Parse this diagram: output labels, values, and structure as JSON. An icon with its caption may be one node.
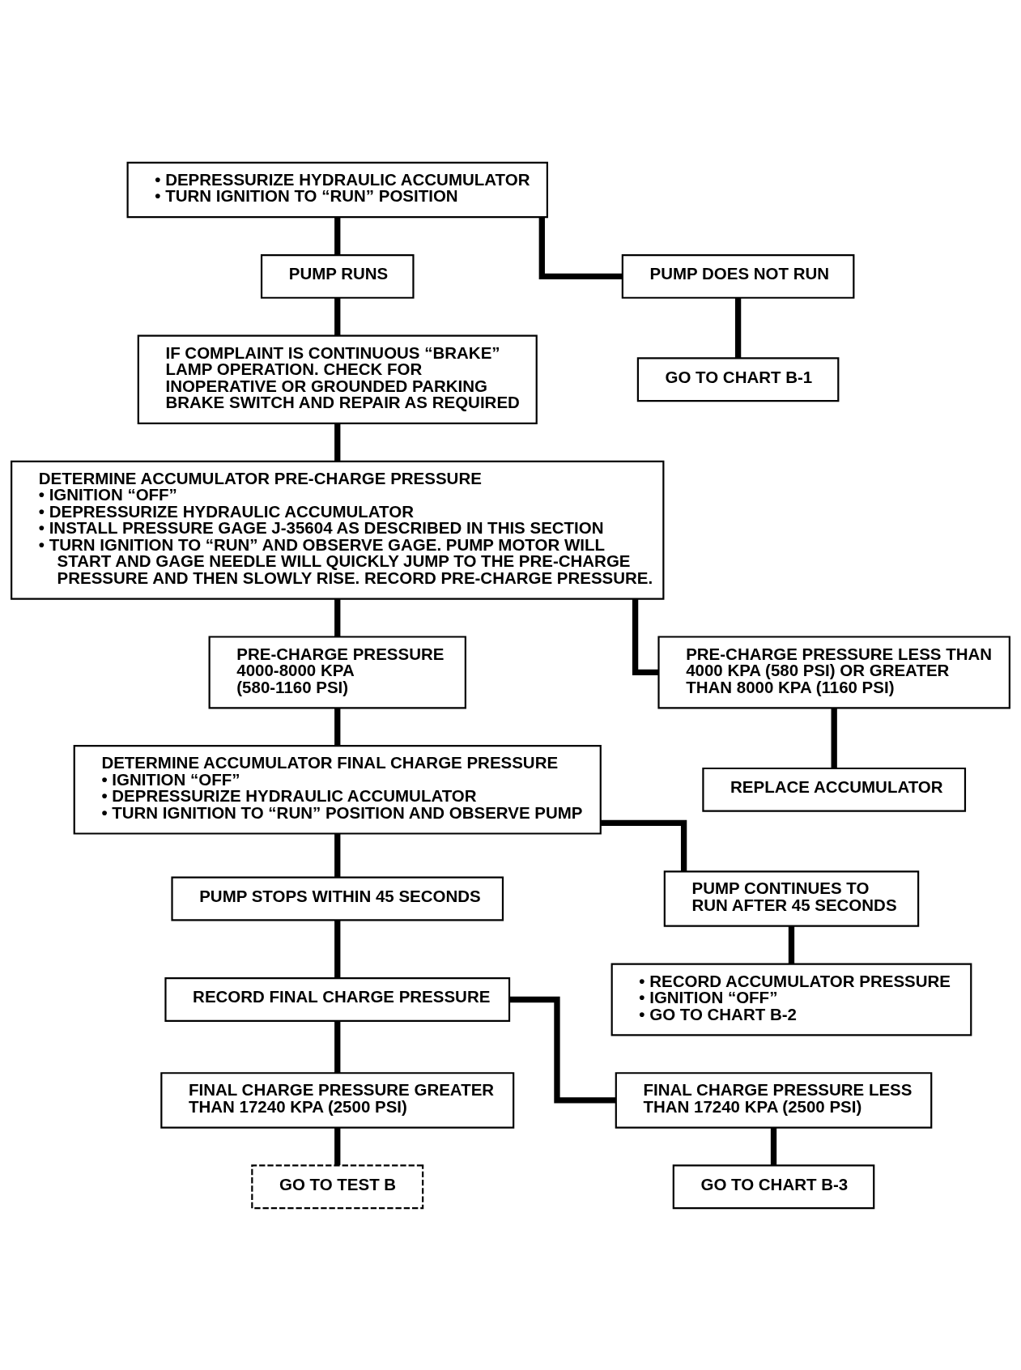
{
  "diagram": {
    "nodes": [
      {
        "text": [
          "• DEPRESSURIZE HYDRAULIC ACCUMULATOR",
          "• TURN IGNITION TO “RUN” POSITION"
        ]
      },
      {
        "text": [
          "PUMP RUNS"
        ]
      },
      {
        "text": [
          "PUMP DOES NOT RUN"
        ]
      },
      {
        "text": [
          "IF COMPLAINT IS CONTINUOUS “BRAKE” LAMP OPERATION. CHECK FOR INOPERATIVE OR GROUNDED PARKING BRAKE SWITCH AND REPAIR AS REQUIRED"
        ]
      },
      {
        "text": [
          "GO TO CHART B-1"
        ]
      },
      {
        "text": [
          "DETERMINE ACCUMULATOR PRE-CHARGE PRESSURE",
          "• IGNITION “OFF”",
          "• DEPRESSURIZE HYDRAULIC ACCUMULATOR",
          "• INSTALL PRESSURE GAGE J-35604 AS DESCRIBED IN THIS SECTION",
          "• TURN IGNITION TO “RUN” AND OBSERVE GAGE. PUMP MOTOR WILL START AND GAGE NEEDLE WILL QUICKLY JUMP TO THE PRE-CHARGE PRESSURE AND THEN SLOWLY RISE. RECORD PRE-CHARGE PRESSURE."
        ]
      },
      {
        "text": [
          "PRE-CHARGE PRESSURE 4000-8000 KPA (580-1160 PSI)"
        ]
      },
      {
        "text": [
          "PRE-CHARGE PRESSURE LESS THAN 4000 KPA (580 PSI) OR GREATER THAN 8000 KPA (1160 PSI)"
        ]
      },
      {
        "text": [
          "DETERMINE ACCUMULATOR FINAL CHARGE PRESSURE",
          "• IGNITION “OFF”",
          "• DEPRESSURIZE HYDRAULIC ACCUMULATOR",
          "• TURN IGNITION TO “RUN” POSITION AND OBSERVE PUMP"
        ]
      },
      {
        "text": [
          "REPLACE ACCUMULATOR"
        ]
      },
      {
        "text": [
          "PUMP STOPS WITHIN 45 SECONDS"
        ]
      },
      {
        "text": [
          "PUMP CONTINUES TO RUN AFTER 45 SECONDS"
        ]
      },
      {
        "text": [
          "RECORD FINAL CHARGE PRESSURE"
        ]
      },
      {
        "text": [
          "• RECORD ACCUMULATOR PRESSURE",
          "• IGNITION “OFF”",
          "• GO TO CHART B-2"
        ]
      },
      {
        "text": [
          "FINAL CHARGE PRESSURE GREATER THAN 17240 KPA (2500 PSI)"
        ]
      },
      {
        "text": [
          "FINAL CHARGE PRESSURE LESS THAN 17240 KPA (2500 PSI)"
        ]
      },
      {
        "text": [
          "GO TO TEST B"
        ]
      },
      {
        "text": [
          "GO TO CHART B-3"
        ]
      }
    ],
    "edges": [
      {
        "from": 0,
        "to": 1,
        "arrow": "none"
      },
      {
        "from": 0,
        "to": 2,
        "arrow": "none"
      },
      {
        "from": 1,
        "to": 3,
        "arrow": "none"
      },
      {
        "from": 2,
        "to": 4,
        "arrow": "none"
      },
      {
        "from": 3,
        "to": 5,
        "arrow": "none"
      },
      {
        "from": 5,
        "to": 6,
        "arrow": "none"
      },
      {
        "from": 5,
        "to": 7,
        "arrow": "none"
      },
      {
        "from": 6,
        "to": 8,
        "arrow": "none"
      },
      {
        "from": 7,
        "to": 9,
        "arrow": "none"
      },
      {
        "from": 8,
        "to": 10,
        "arrow": "none"
      },
      {
        "from": 8,
        "to": 11,
        "arrow": "none"
      },
      {
        "from": 10,
        "to": 12,
        "arrow": "none"
      },
      {
        "from": 11,
        "to": 13,
        "arrow": "none"
      },
      {
        "from": 12,
        "to": 14,
        "arrow": "none"
      },
      {
        "from": 12,
        "to": 15,
        "arrow": "none"
      },
      {
        "from": 14,
        "to": 16,
        "arrow": "none"
      },
      {
        "from": 15,
        "to": 17,
        "arrow": "none"
      }
    ]
  }
}
